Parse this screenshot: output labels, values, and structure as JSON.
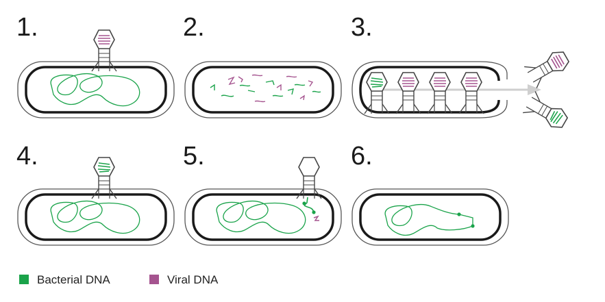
{
  "steps": [
    {
      "number": "1."
    },
    {
      "number": "2."
    },
    {
      "number": "3."
    },
    {
      "number": "4."
    },
    {
      "number": "5."
    },
    {
      "number": "6."
    }
  ],
  "legend": [
    {
      "label": "Bacterial DNA",
      "color": "#1aa34a"
    },
    {
      "label": "Viral DNA",
      "color": "#a5548f"
    }
  ],
  "colors": {
    "bacterial_dna": "#1aa34a",
    "viral_dna": "#a5548f",
    "cell_outline": "#1a1a1a",
    "phage_outline": "#444444",
    "arrow": "#cfcfcf"
  }
}
